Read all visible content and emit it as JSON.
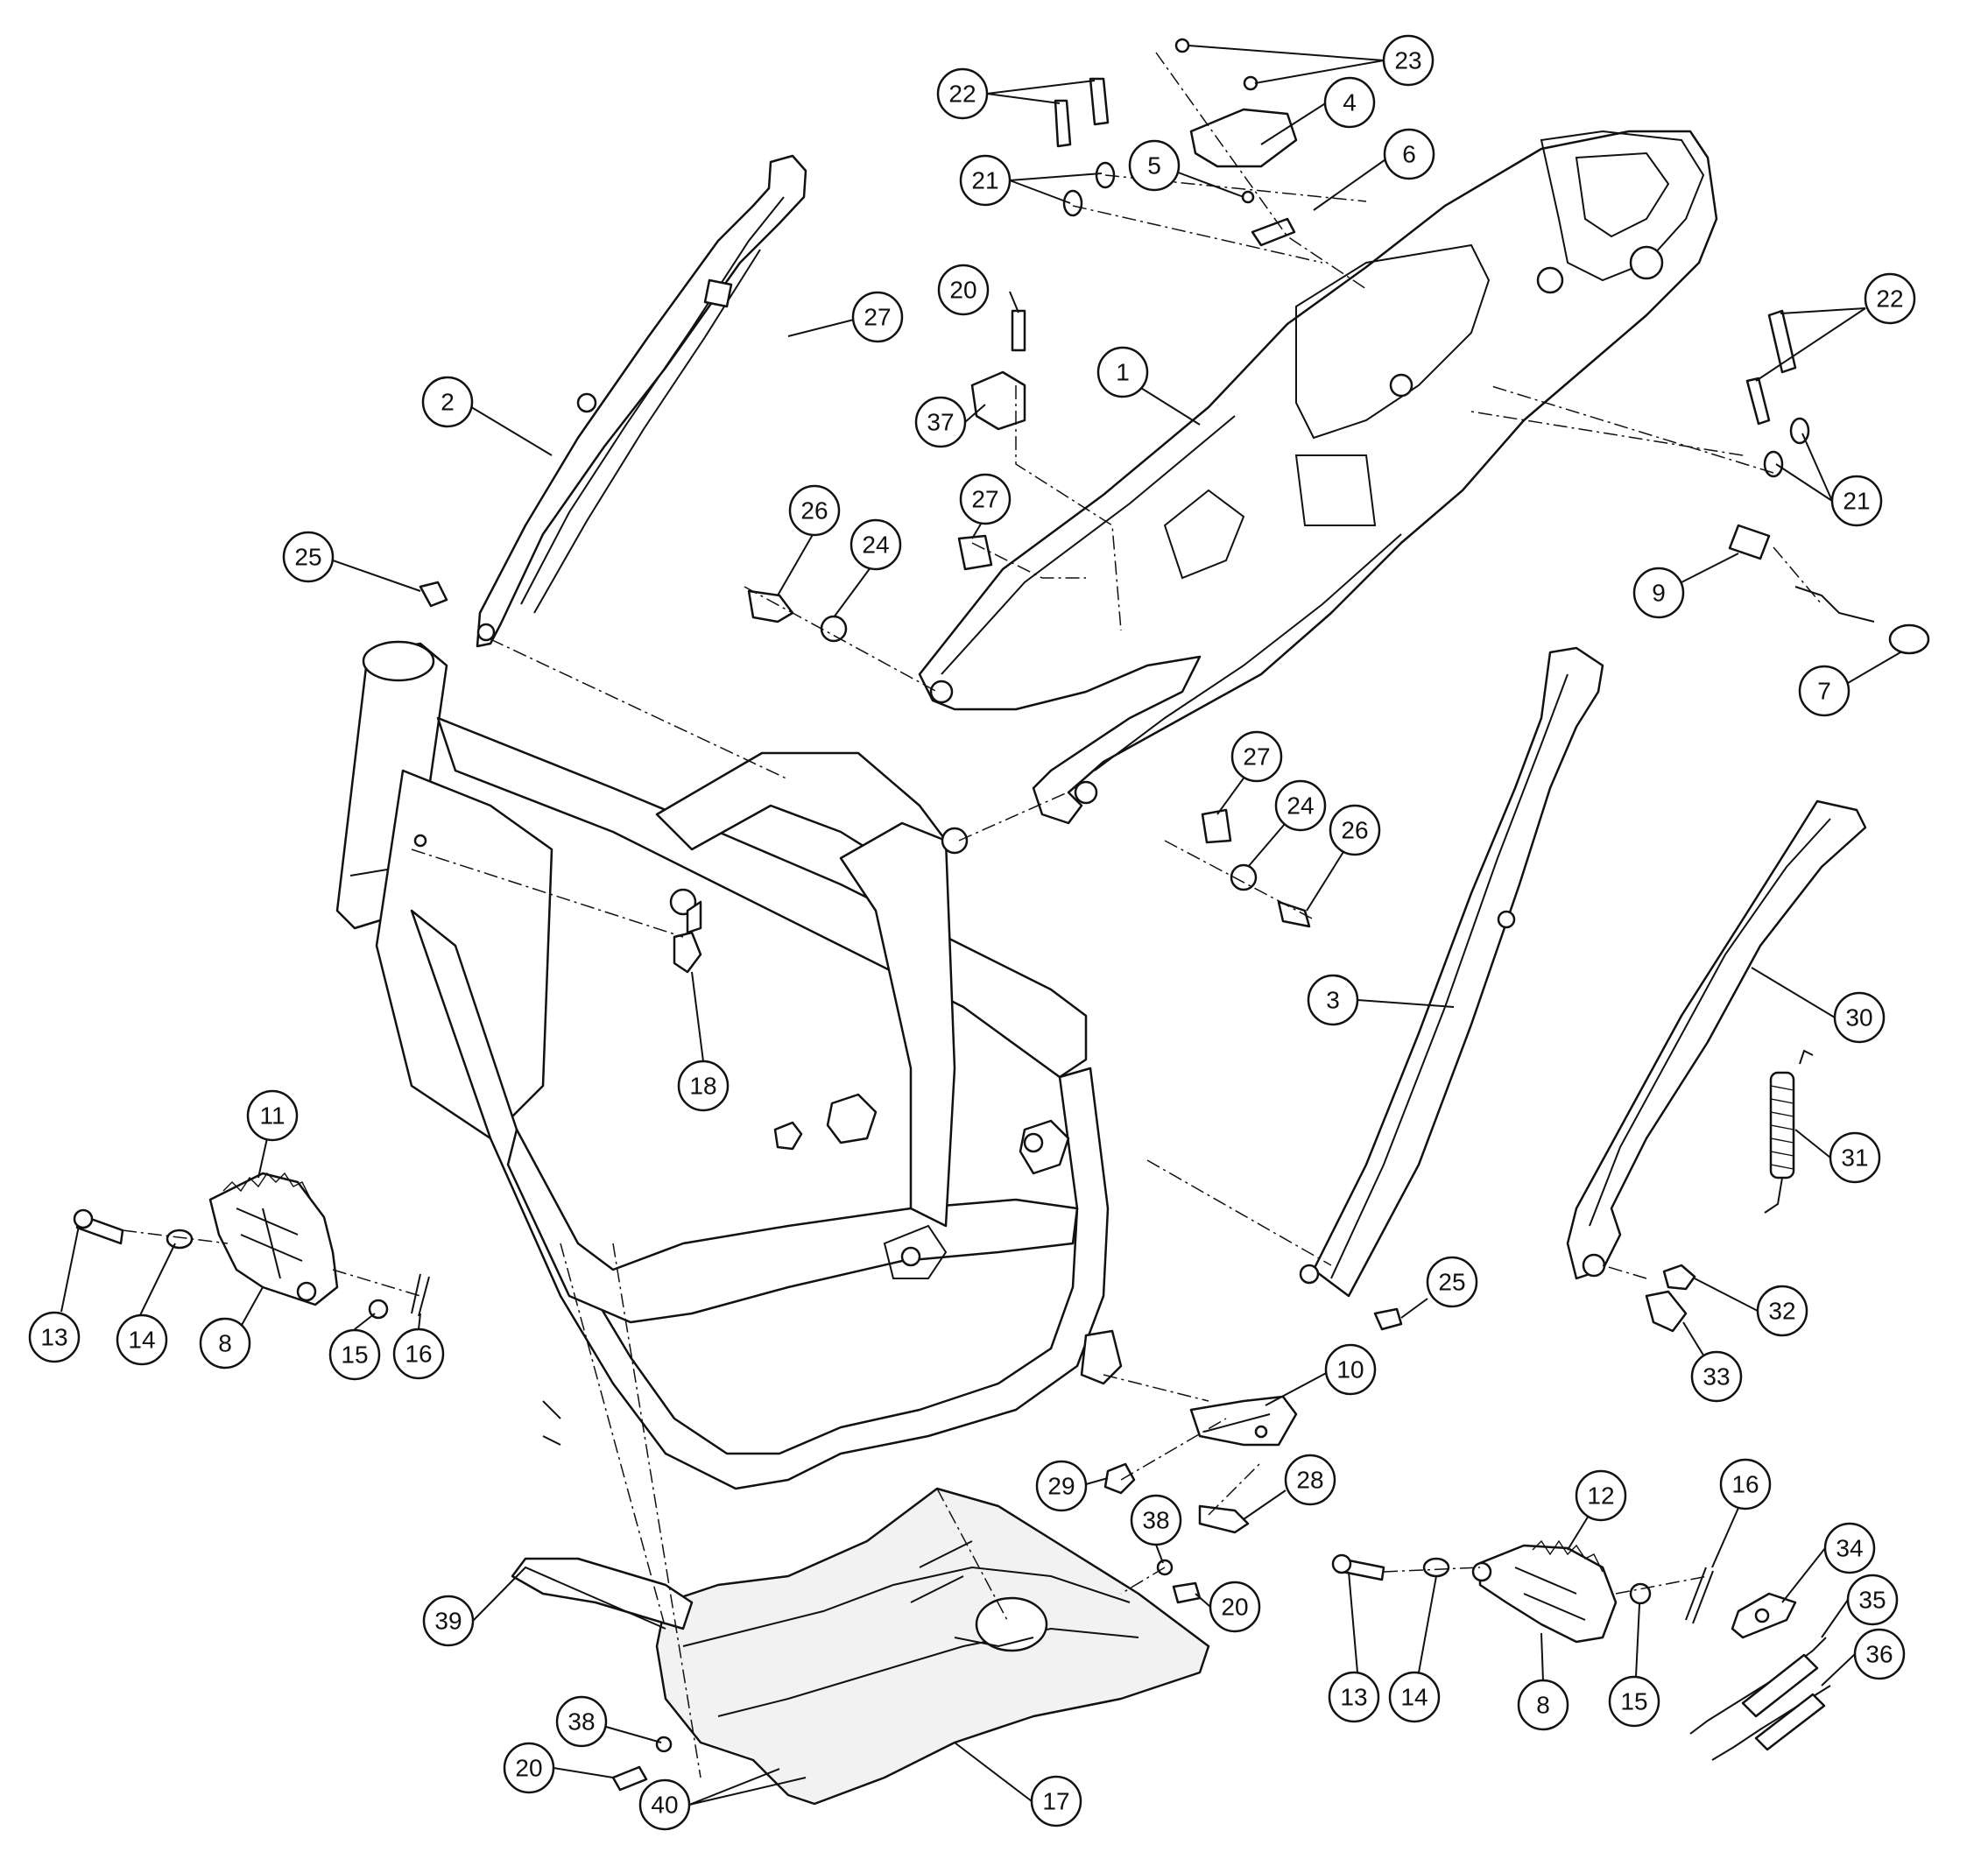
{
  "diagram": {
    "type": "exploded-parts-diagram",
    "colors": {
      "line": "#111111",
      "background": "#ffffff"
    },
    "callouts": [
      {
        "id": "c1",
        "label": "1"
      },
      {
        "id": "c2",
        "label": "2"
      },
      {
        "id": "c3",
        "label": "3"
      },
      {
        "id": "c4",
        "label": "4"
      },
      {
        "id": "c5",
        "label": "5"
      },
      {
        "id": "c6",
        "label": "6"
      },
      {
        "id": "c7",
        "label": "7"
      },
      {
        "id": "c8a",
        "label": "8"
      },
      {
        "id": "c8b",
        "label": "8"
      },
      {
        "id": "c9",
        "label": "9"
      },
      {
        "id": "c10",
        "label": "10"
      },
      {
        "id": "c11",
        "label": "11"
      },
      {
        "id": "c12",
        "label": "12"
      },
      {
        "id": "c13a",
        "label": "13"
      },
      {
        "id": "c13b",
        "label": "13"
      },
      {
        "id": "c14a",
        "label": "14"
      },
      {
        "id": "c14b",
        "label": "14"
      },
      {
        "id": "c15a",
        "label": "15"
      },
      {
        "id": "c15b",
        "label": "15"
      },
      {
        "id": "c16a",
        "label": "16"
      },
      {
        "id": "c16b",
        "label": "16"
      },
      {
        "id": "c17",
        "label": "17"
      },
      {
        "id": "c18",
        "label": "18"
      },
      {
        "id": "c20a",
        "label": "20"
      },
      {
        "id": "c20b",
        "label": "20"
      },
      {
        "id": "c20c",
        "label": "20"
      },
      {
        "id": "c21a",
        "label": "21"
      },
      {
        "id": "c21b",
        "label": "21"
      },
      {
        "id": "c22a",
        "label": "22"
      },
      {
        "id": "c22b",
        "label": "22"
      },
      {
        "id": "c23",
        "label": "23"
      },
      {
        "id": "c24a",
        "label": "24"
      },
      {
        "id": "c24b",
        "label": "24"
      },
      {
        "id": "c25a",
        "label": "25"
      },
      {
        "id": "c25b",
        "label": "25"
      },
      {
        "id": "c26a",
        "label": "26"
      },
      {
        "id": "c26b",
        "label": "26"
      },
      {
        "id": "c27a",
        "label": "27"
      },
      {
        "id": "c27b",
        "label": "27"
      },
      {
        "id": "c27c",
        "label": "27"
      },
      {
        "id": "c28",
        "label": "28"
      },
      {
        "id": "c29",
        "label": "29"
      },
      {
        "id": "c30",
        "label": "30"
      },
      {
        "id": "c31",
        "label": "31"
      },
      {
        "id": "c32",
        "label": "32"
      },
      {
        "id": "c33",
        "label": "33"
      },
      {
        "id": "c34",
        "label": "34"
      },
      {
        "id": "c35",
        "label": "35"
      },
      {
        "id": "c36",
        "label": "36"
      },
      {
        "id": "c37",
        "label": "37"
      },
      {
        "id": "c38a",
        "label": "38"
      },
      {
        "id": "c38b",
        "label": "38"
      },
      {
        "id": "c39",
        "label": "39"
      },
      {
        "id": "c40",
        "label": "40"
      }
    ]
  }
}
